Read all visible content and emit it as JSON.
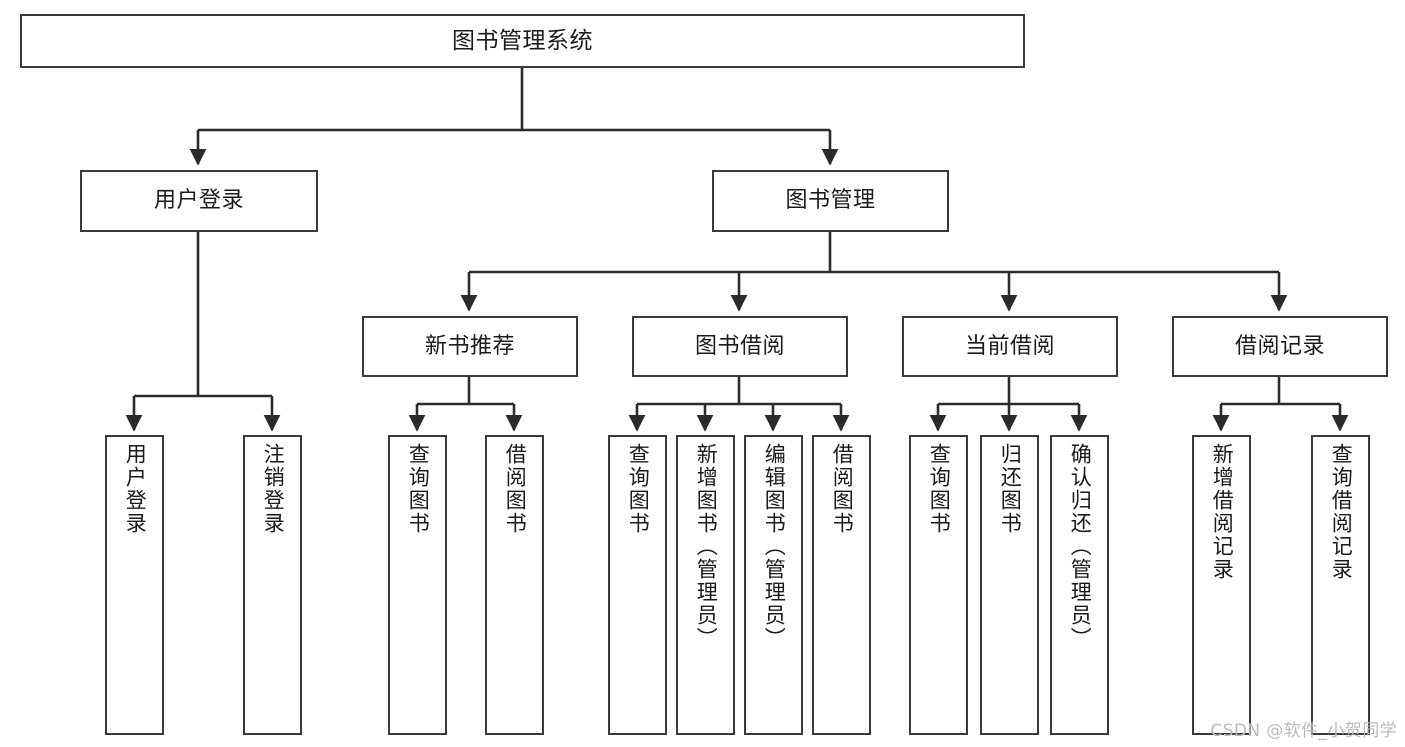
{
  "diagram": {
    "title": "图书管理系统",
    "type": "tree-hierarchy-chart",
    "colors": {
      "box_border": "#3a3a3a",
      "box_fill": "#ffffff",
      "edge": "#2b2b2b",
      "text": "#1b1b1b",
      "watermark": "#b9b9b9"
    },
    "watermark": "CSDN @软件_小贺同学",
    "levels": {
      "level1": [
        {
          "id": "root",
          "label": "图书管理系统"
        }
      ],
      "level2": [
        {
          "id": "user-login",
          "label": "用户登录"
        },
        {
          "id": "book-manage",
          "label": "图书管理"
        }
      ],
      "level3": [
        {
          "id": "new-book-rec",
          "label": "新书推荐"
        },
        {
          "id": "book-borrow",
          "label": "图书借阅"
        },
        {
          "id": "current-borrow",
          "label": "当前借阅"
        },
        {
          "id": "borrow-record",
          "label": "借阅记录"
        }
      ],
      "level4": [
        {
          "id": "leaf-user-login",
          "label": "用户登录",
          "parent": "user-login"
        },
        {
          "id": "leaf-user-logout",
          "label": "注销登录",
          "parent": "user-login"
        },
        {
          "id": "leaf-query-book-1",
          "label": "查询图书",
          "parent": "new-book-rec"
        },
        {
          "id": "leaf-borrow-book-1",
          "label": "借阅图书",
          "parent": "new-book-rec"
        },
        {
          "id": "leaf-query-book-2",
          "label": "查询图书",
          "parent": "book-borrow"
        },
        {
          "id": "leaf-add-book",
          "label": "新增图书（管理员）",
          "parent": "book-borrow"
        },
        {
          "id": "leaf-edit-book",
          "label": "编辑图书（管理员）",
          "parent": "book-borrow"
        },
        {
          "id": "leaf-borrow-book-2",
          "label": "借阅图书",
          "parent": "book-borrow"
        },
        {
          "id": "leaf-query-book-3",
          "label": "查询图书",
          "parent": "current-borrow"
        },
        {
          "id": "leaf-return-book",
          "label": "归还图书",
          "parent": "current-borrow"
        },
        {
          "id": "leaf-confirm-return",
          "label": "确认归还（管理员）",
          "parent": "current-borrow"
        },
        {
          "id": "leaf-add-record",
          "label": "新增借阅记录",
          "parent": "borrow-record"
        },
        {
          "id": "leaf-query-record",
          "label": "查询借阅记录",
          "parent": "borrow-record"
        }
      ]
    }
  }
}
